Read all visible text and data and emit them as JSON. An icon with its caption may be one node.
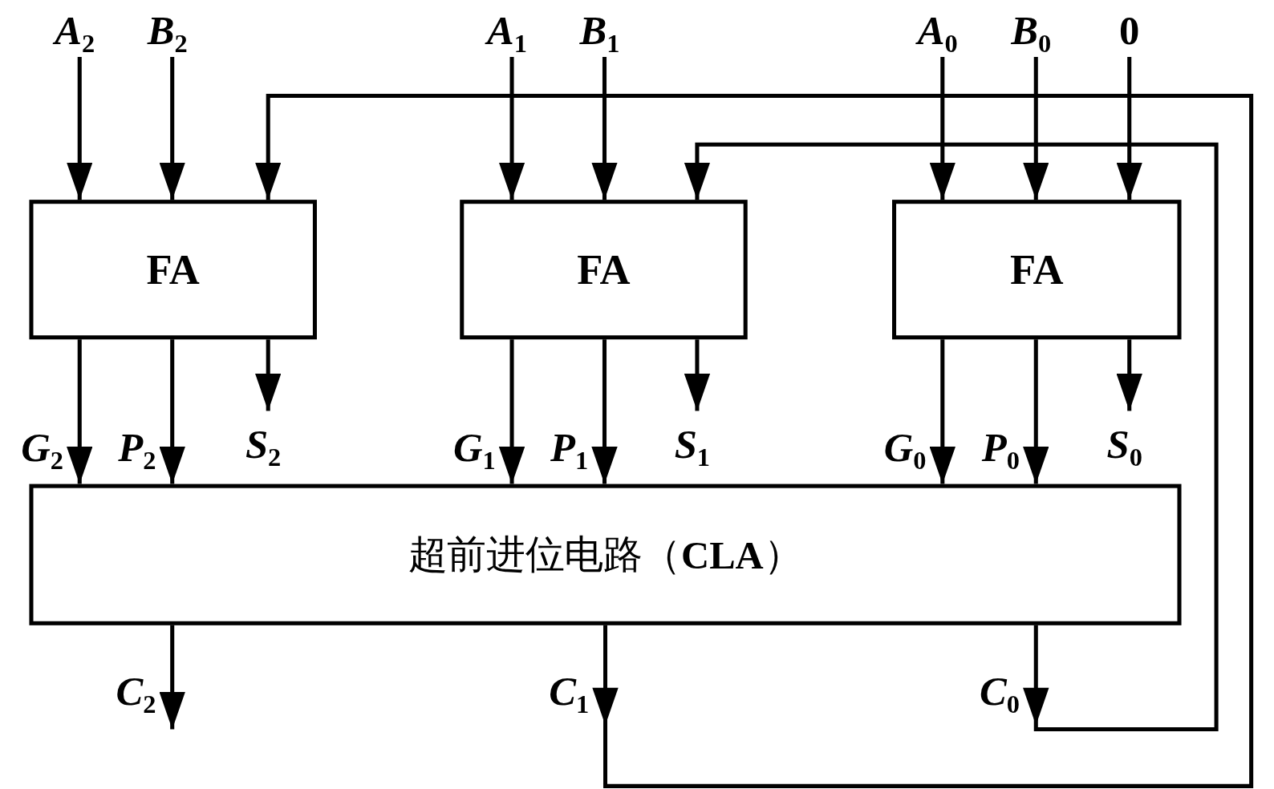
{
  "diagram": {
    "nodes": [
      {
        "text": [
          "FA"
        ]
      },
      {
        "text": [
          "FA"
        ]
      },
      {
        "text": [
          "FA"
        ]
      },
      {
        "text": [
          "超前进位电路（**CLA**）"
        ]
      },
      {
        "text": [
          "A$_{2}$"
        ]
      },
      {
        "text": [
          "B$_{2}$"
        ]
      },
      {
        "text": [
          "A$_{1}$"
        ]
      },
      {
        "text": [
          "B$_{1}$"
        ]
      },
      {
        "text": [
          "A$_{0}$"
        ]
      },
      {
        "text": [
          "B$_{0}$"
        ]
      },
      {
        "text": [
          "0"
        ]
      },
      {
        "text": [
          "S$_{2}$"
        ]
      },
      {
        "text": [
          "S$_{1}$"
        ]
      },
      {
        "text": [
          "S$_{0}$"
        ]
      }
    ],
    "edges": [
      {
        "from": 4,
        "to": 0,
        "arrow": "to"
      },
      {
        "from": 5,
        "to": 0,
        "arrow": "to"
      },
      {
        "from": 6,
        "to": 1,
        "arrow": "to"
      },
      {
        "from": 7,
        "to": 1,
        "arrow": "to"
      },
      {
        "from": 8,
        "to": 2,
        "arrow": "to"
      },
      {
        "from": 9,
        "to": 2,
        "arrow": "to"
      },
      {
        "from": 10,
        "to": 2,
        "arrow": "to"
      },
      {
        "from": 0,
        "to": 3,
        "arrow": "to",
        "label": "G$_{2}$"
      },
      {
        "from": 0,
        "to": 3,
        "arrow": "to",
        "label": "P$_{2}$"
      },
      {
        "from": 0,
        "to": 11,
        "arrow": "to"
      },
      {
        "from": 1,
        "to": 3,
        "arrow": "to",
        "label": "G$_{1}$"
      },
      {
        "from": 1,
        "to": 3,
        "arrow": "to",
        "label": "P$_{1}$"
      },
      {
        "from": 1,
        "to": 12,
        "arrow": "to"
      },
      {
        "from": 2,
        "to": 3,
        "arrow": "to",
        "label": "G$_{0}$"
      },
      {
        "from": 2,
        "to": 3,
        "arrow": "to",
        "label": "P$_{0}$"
      },
      {
        "from": 2,
        "to": 13,
        "arrow": "to"
      },
      {
        "from": 3,
        "to": null,
        "arrow": "to",
        "label": "C$_{2}$"
      },
      {
        "from": 3,
        "to": 0,
        "arrow": "to",
        "label": "C$_{1}$"
      },
      {
        "from": 3,
        "to": 1,
        "arrow": "to",
        "label": "C$_{0}$"
      }
    ]
  }
}
